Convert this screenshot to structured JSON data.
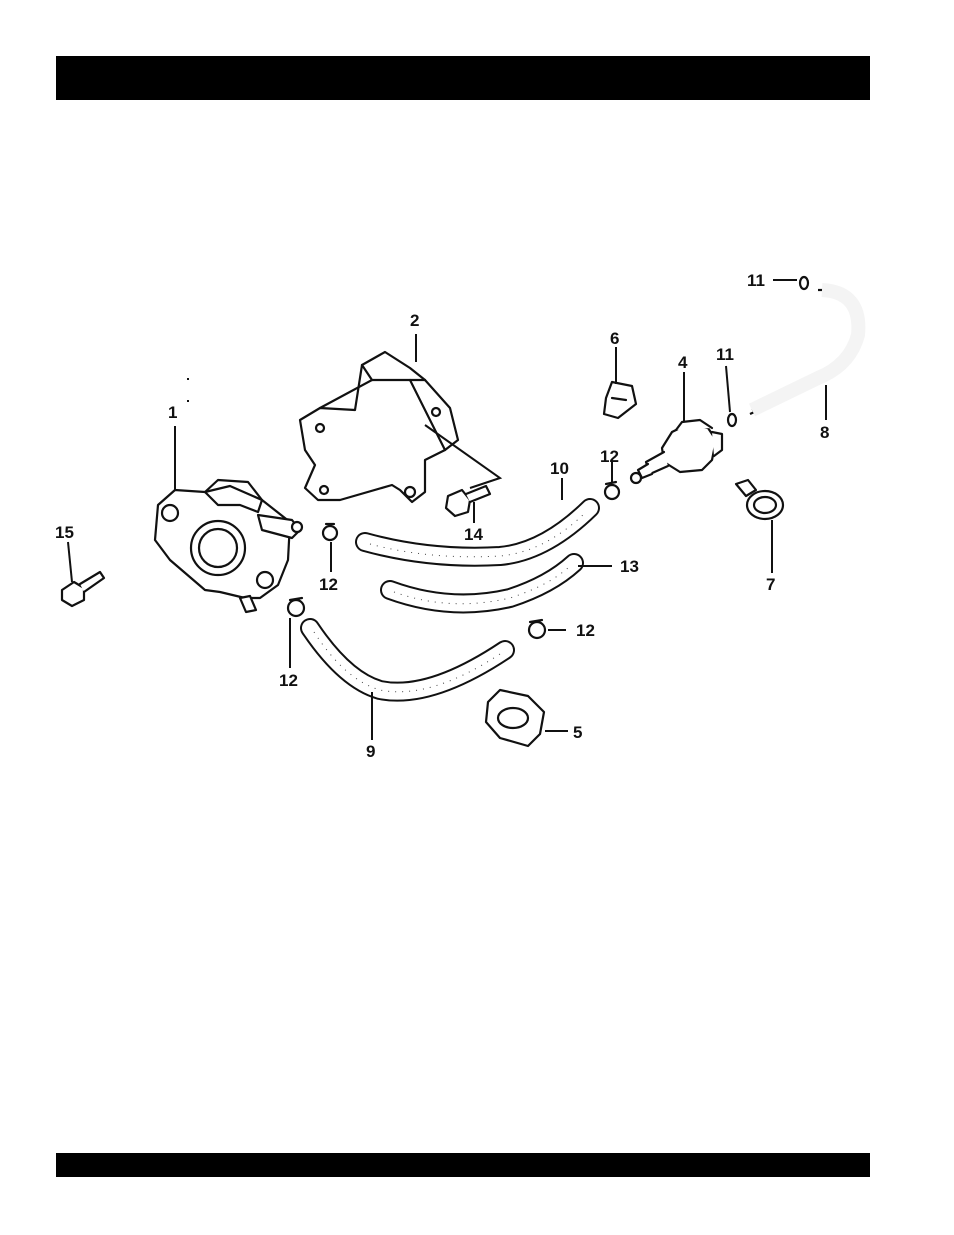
{
  "header": {
    "title": ""
  },
  "footer": {
    "text": ""
  },
  "callouts": {
    "p1": "1",
    "p2": "2",
    "p4": "4",
    "p5": "5",
    "p6": "6",
    "p7": "7",
    "p8": "8",
    "p9": "9",
    "p10": "10",
    "p11a": "11",
    "p11b": "11",
    "p12a": "12",
    "p12b": "12",
    "p12c": "12",
    "p12d": "12",
    "p13": "13",
    "p14": "14",
    "p15": "15"
  }
}
